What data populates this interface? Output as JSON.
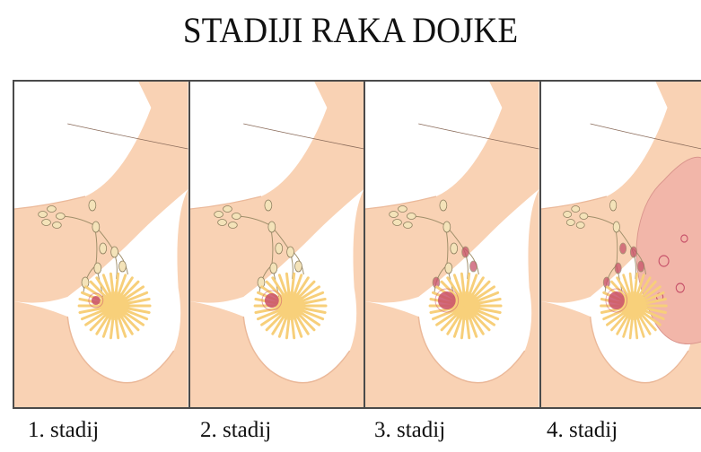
{
  "title": "STADIJI RAKA DOJKE",
  "stages": [
    {
      "label": "1. stadij",
      "node_level": 0,
      "tumor_level": 1,
      "spread": false
    },
    {
      "label": "2. stadij",
      "node_level": 0,
      "tumor_level": 2,
      "spread": false
    },
    {
      "label": "3. stadij",
      "node_level": 1,
      "tumor_level": 3,
      "spread": false
    },
    {
      "label": "4. stadij",
      "node_level": 2,
      "tumor_level": 3,
      "spread": true
    }
  ],
  "colors": {
    "skin": "#f9d2b4",
    "skin_dark": "#ebb99a",
    "gland": "#f7cf7a",
    "node": "#f4e3b9",
    "node_affected": "#c7526a",
    "tumor": "#c9506a",
    "lung": "#f2b6a9"
  }
}
